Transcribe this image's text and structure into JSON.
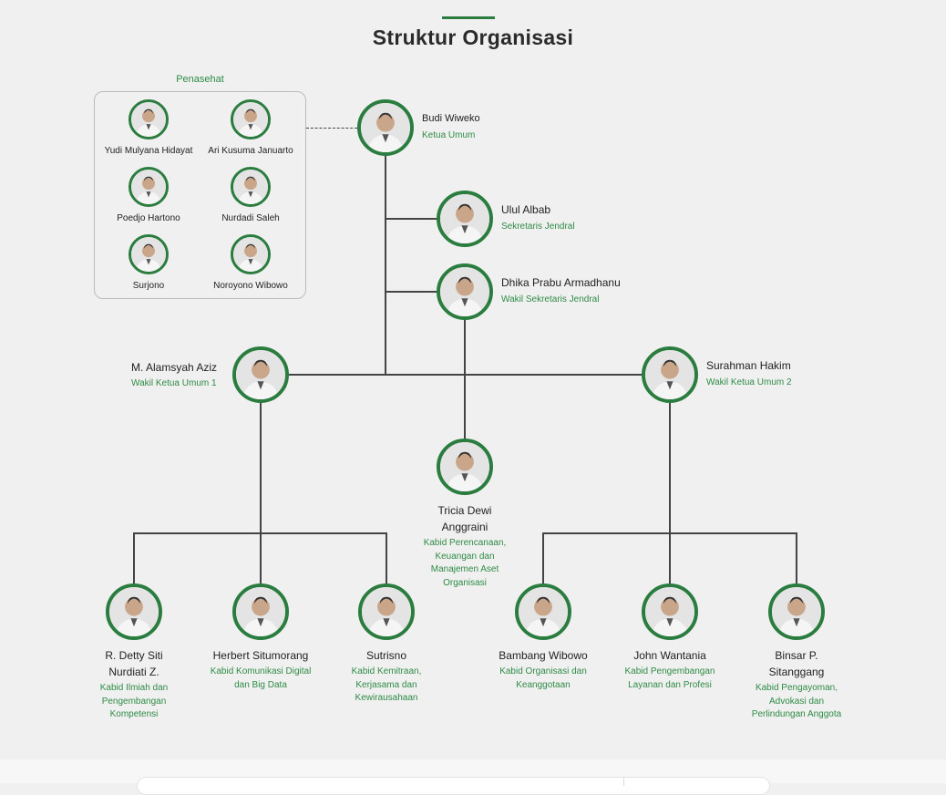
{
  "title": "Struktur Organisasi",
  "advisors_label": "Penasehat",
  "advisors": [
    {
      "name": "Yudi Mulyana Hidayat"
    },
    {
      "name": "Ari Kusuma Januarto"
    },
    {
      "name": "Poedjo Hartono"
    },
    {
      "name": "Nurdadi Saleh"
    },
    {
      "name": "Surjono"
    },
    {
      "name": "Noroyono Wibowo"
    }
  ],
  "members": [
    {
      "name": "Budi Wiweko",
      "role": "Ketua Umum"
    },
    {
      "name": "Ulul Albab",
      "role": "Sekretaris Jendral"
    },
    {
      "name": "Dhika Prabu Armadhanu",
      "role": "Wakil Sekretaris Jendral"
    },
    {
      "name": "M. Alamsyah Aziz",
      "role": "Wakil Ketua Umum 1"
    },
    {
      "name": "Surahman Hakim",
      "role": "Wakil Ketua Umum 2"
    },
    {
      "name": "Tricia Dewi Anggraini",
      "role": "Kabid Perencanaan, Keuangan dan Manajemen Aset Organisasi"
    },
    {
      "name": "R. Detty Siti Nurdiati Z.",
      "role": "Kabid Ilmiah dan Pengembangan Kompetensi"
    },
    {
      "name": "Herbert Situmorang",
      "role": "Kabid Komunikasi Digital dan Big Data"
    },
    {
      "name": "Sutrisno",
      "role": "Kabid Kemitraan, Kerjasama dan Kewirausahaan"
    },
    {
      "name": "Bambang Wibowo",
      "role": "Kabid Organisasi dan Keanggotaan"
    },
    {
      "name": "John Wantania",
      "role": "Kabid Pengembangan Layanan dan Profesi"
    },
    {
      "name": "Binsar P. Sitanggang",
      "role": "Kabid Pengayoman, Advokasi dan Perlindungan Anggota"
    }
  ],
  "colors": {
    "accent": "#2a7d3f",
    "role_text": "#2e8b45"
  }
}
